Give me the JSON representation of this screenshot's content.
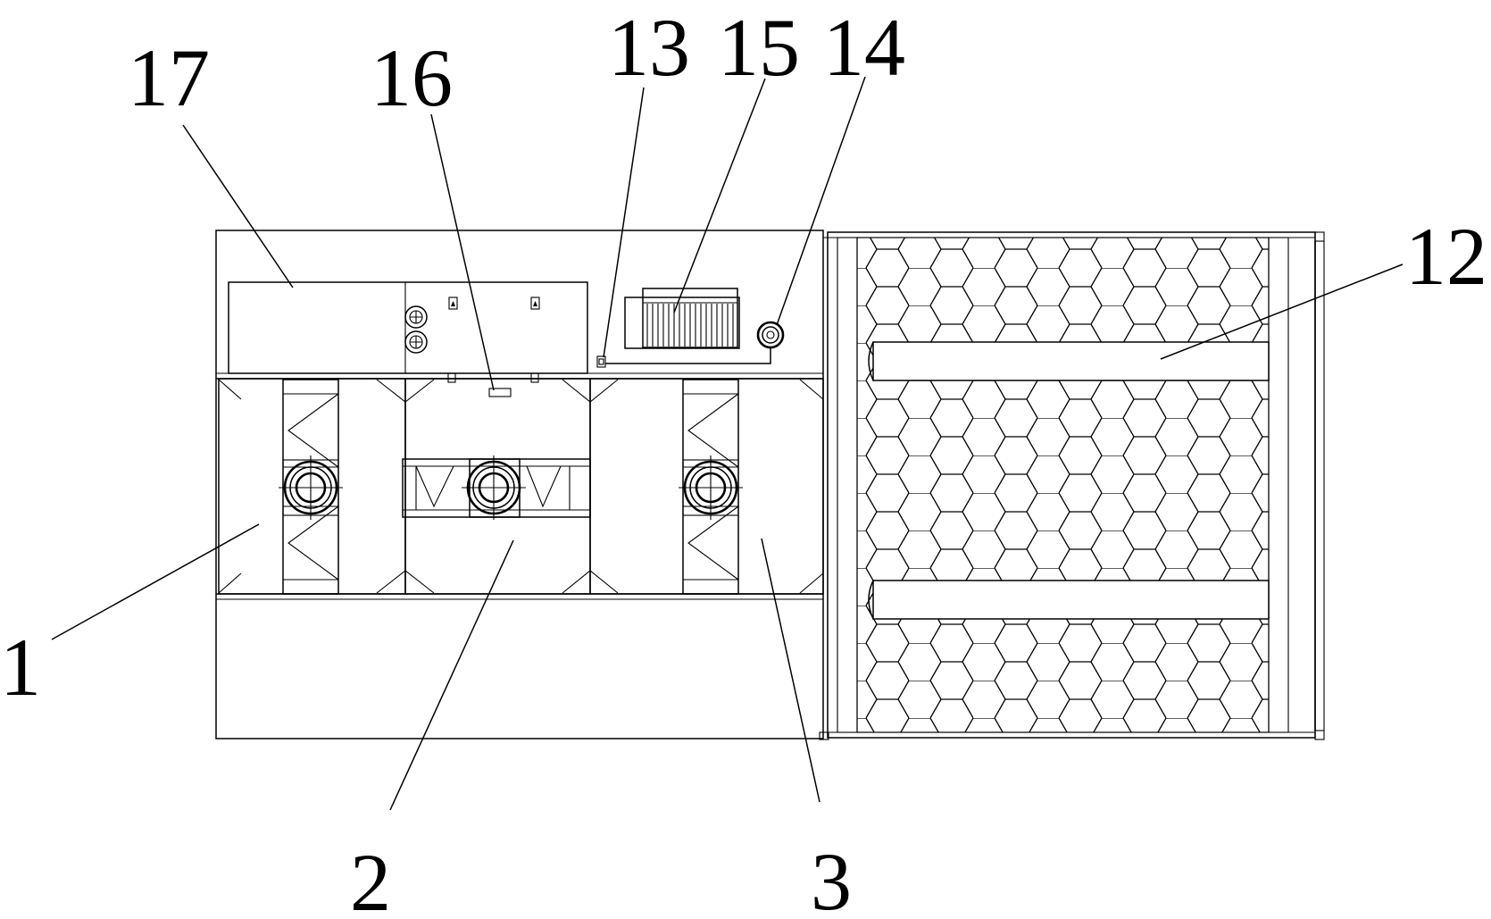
{
  "figure": {
    "callouts": [
      {
        "id": "17",
        "text": "17"
      },
      {
        "id": "16",
        "text": "16"
      },
      {
        "id": "13",
        "text": "13"
      },
      {
        "id": "15",
        "text": "15"
      },
      {
        "id": "14",
        "text": "14"
      },
      {
        "id": "12",
        "text": "12"
      },
      {
        "id": "1",
        "text": "1"
      },
      {
        "id": "2",
        "text": "2"
      },
      {
        "id": "3",
        "text": "3"
      }
    ]
  }
}
